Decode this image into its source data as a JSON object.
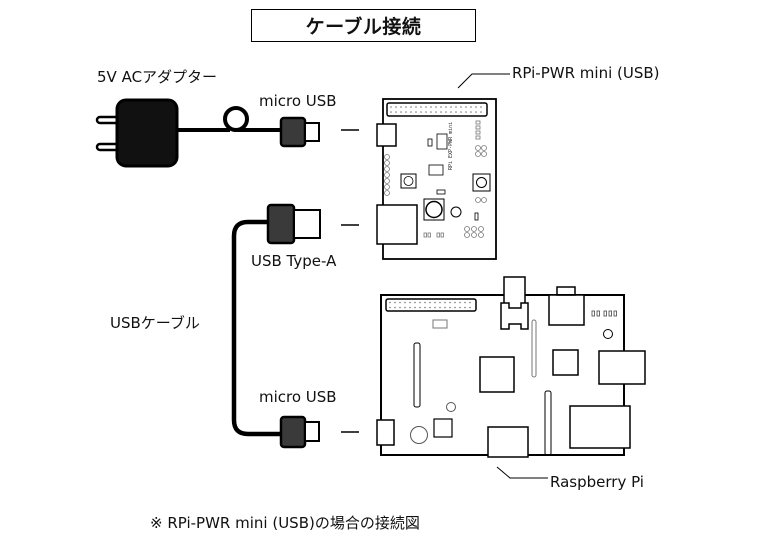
{
  "title": "ケーブル接続",
  "labels": {
    "adapter": "5V ACアダプター",
    "micro_usb_top": "micro USB",
    "pwr_board": "RPi-PWR mini (USB)",
    "usb_type_a": "USB Type-A",
    "usb_cable": "USBケーブル",
    "micro_usb_bottom": "micro USB",
    "raspberry_pi": "Raspberry Pi"
  },
  "footnote": "※ RPi-PWR mini (USB)の場合の接続図",
  "colors": {
    "line": "#000000",
    "plug_body": "#111111",
    "connector_body": "#3a3a3a",
    "board_fill": "#ffffff",
    "detail_gray": "#777777"
  }
}
